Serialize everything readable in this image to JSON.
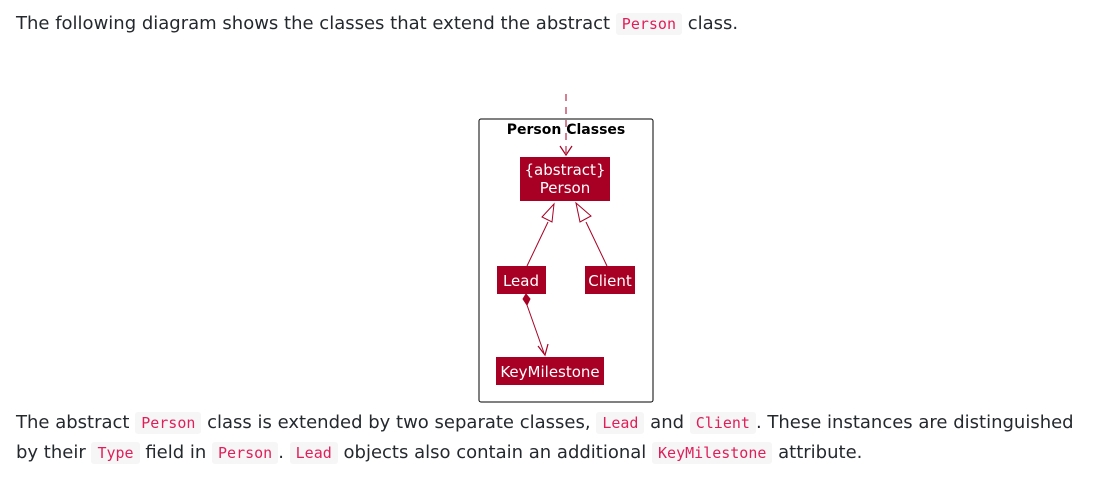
{
  "intro": {
    "text_before": "The following diagram shows the classes that extend the abstract ",
    "code": "Person",
    "text_after": " class."
  },
  "diagram": {
    "package_title": "Person Classes",
    "abstract_stereotype": "{abstract}",
    "abstract_name": "Person",
    "class_lead": "Lead",
    "class_client": "Client",
    "class_milestone": "KeyMilestone",
    "colors": {
      "node_fill": "#a80024",
      "edge": "#a80024",
      "package_border": "#000000"
    }
  },
  "description": {
    "t1": "The abstract ",
    "c1": "Person",
    "t2": " class is extended by two separate classes, ",
    "c2": "Lead",
    "t3": " and ",
    "c3": "Client",
    "t4": ". These instances are distinguished by their ",
    "c4": "Type",
    "t5": " field in ",
    "c5": "Person",
    "t6": ". ",
    "c6": "Lead",
    "t7": " objects also contain an additional ",
    "c7": "KeyMilestone",
    "t8": " attribute."
  }
}
